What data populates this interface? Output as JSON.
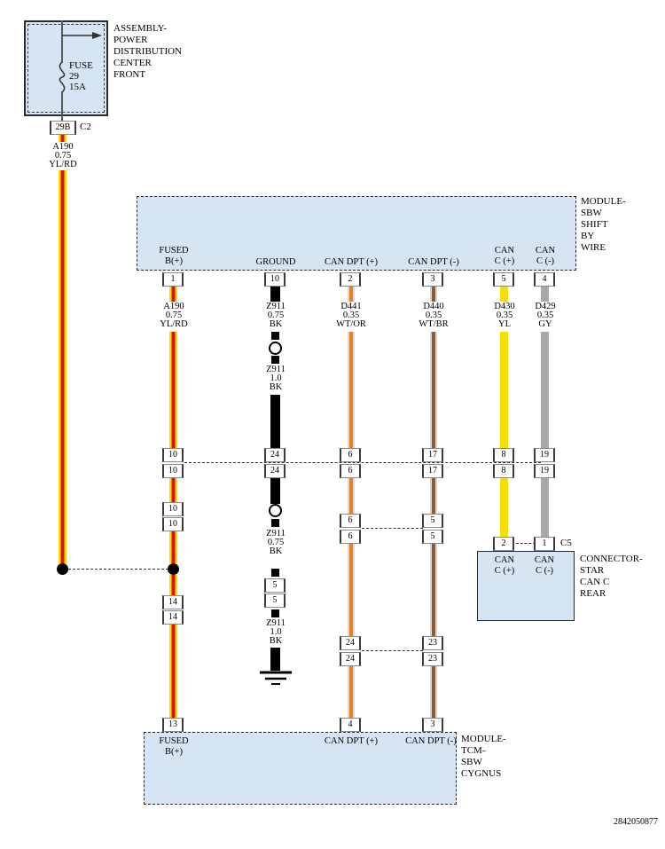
{
  "diagram_number": "2842050877",
  "colors": {
    "box_fill": "#d7e4f3",
    "wire_yellow": "#f6df00",
    "wire_red": "#dd1400",
    "wire_white": "#d9d9d9",
    "wire_orange": "#e8821e",
    "wire_brown": "#8c5a33",
    "wire_gray": "#a8a8a8",
    "wire_black": "#000000"
  },
  "power_box": {
    "name": "ASSEMBLY-\nPOWER\nDISTRIBUTION\nCENTER\nFRONT",
    "fuse": "FUSE\n29\n15A",
    "pin": "29B",
    "connector_id": "C2"
  },
  "wire_labels": {
    "a190": "A190\n0.75\nYL/RD",
    "z911_075": "Z911\n0.75\nBK",
    "z911_10": "Z911\n1.0\nBK",
    "d441": "D441\n0.35\nWT/OR",
    "d440": "D440\n0.35\nWT/BR",
    "d430": "D430\n0.35\nYL",
    "d429": "D429\n0.35\nGY"
  },
  "module_sbw": {
    "name": "MODULE-\nSBW\nSHIFT\nBY\nWIRE",
    "fn": {
      "fused": "FUSED\nB(+)",
      "ground": "GROUND",
      "dpt_p": "CAN DPT (+)",
      "dpt_m": "CAN DPT (-)",
      "can_p": "CAN\nC (+)",
      "can_m": "CAN\nC (-)"
    },
    "pins": {
      "fused": "1",
      "ground": "10",
      "dpt_p": "2",
      "dpt_m": "3",
      "can_p": "5",
      "can_m": "4"
    }
  },
  "row1": {
    "fused": "10",
    "ground": "24",
    "dpt_p": "6",
    "dpt_m": "17",
    "can_p": "8",
    "can_m": "19"
  },
  "row2": {
    "fused": "10",
    "dpt_p": "6",
    "dpt_m": "5"
  },
  "row3": {
    "fused": "14",
    "ground": "5",
    "dpt_p": "24",
    "dpt_m": "23"
  },
  "star_connector": {
    "id": "C5",
    "pin_p": "2",
    "pin_m": "1",
    "label_p": "CAN\nC (+)",
    "label_m": "CAN\nC (-)",
    "name": "CONNECTOR-\nSTAR\nCAN C\nREAR"
  },
  "module_tcm": {
    "name": "MODULE-\nTCM-\nSBW\nCYGNUS",
    "fn": {
      "fused": "FUSED\nB(+)",
      "dpt_p": "CAN DPT (+)",
      "dpt_m": "CAN DPT (-)"
    },
    "pins": {
      "fused": "13",
      "dpt_p": "4",
      "dpt_m": "3"
    }
  }
}
